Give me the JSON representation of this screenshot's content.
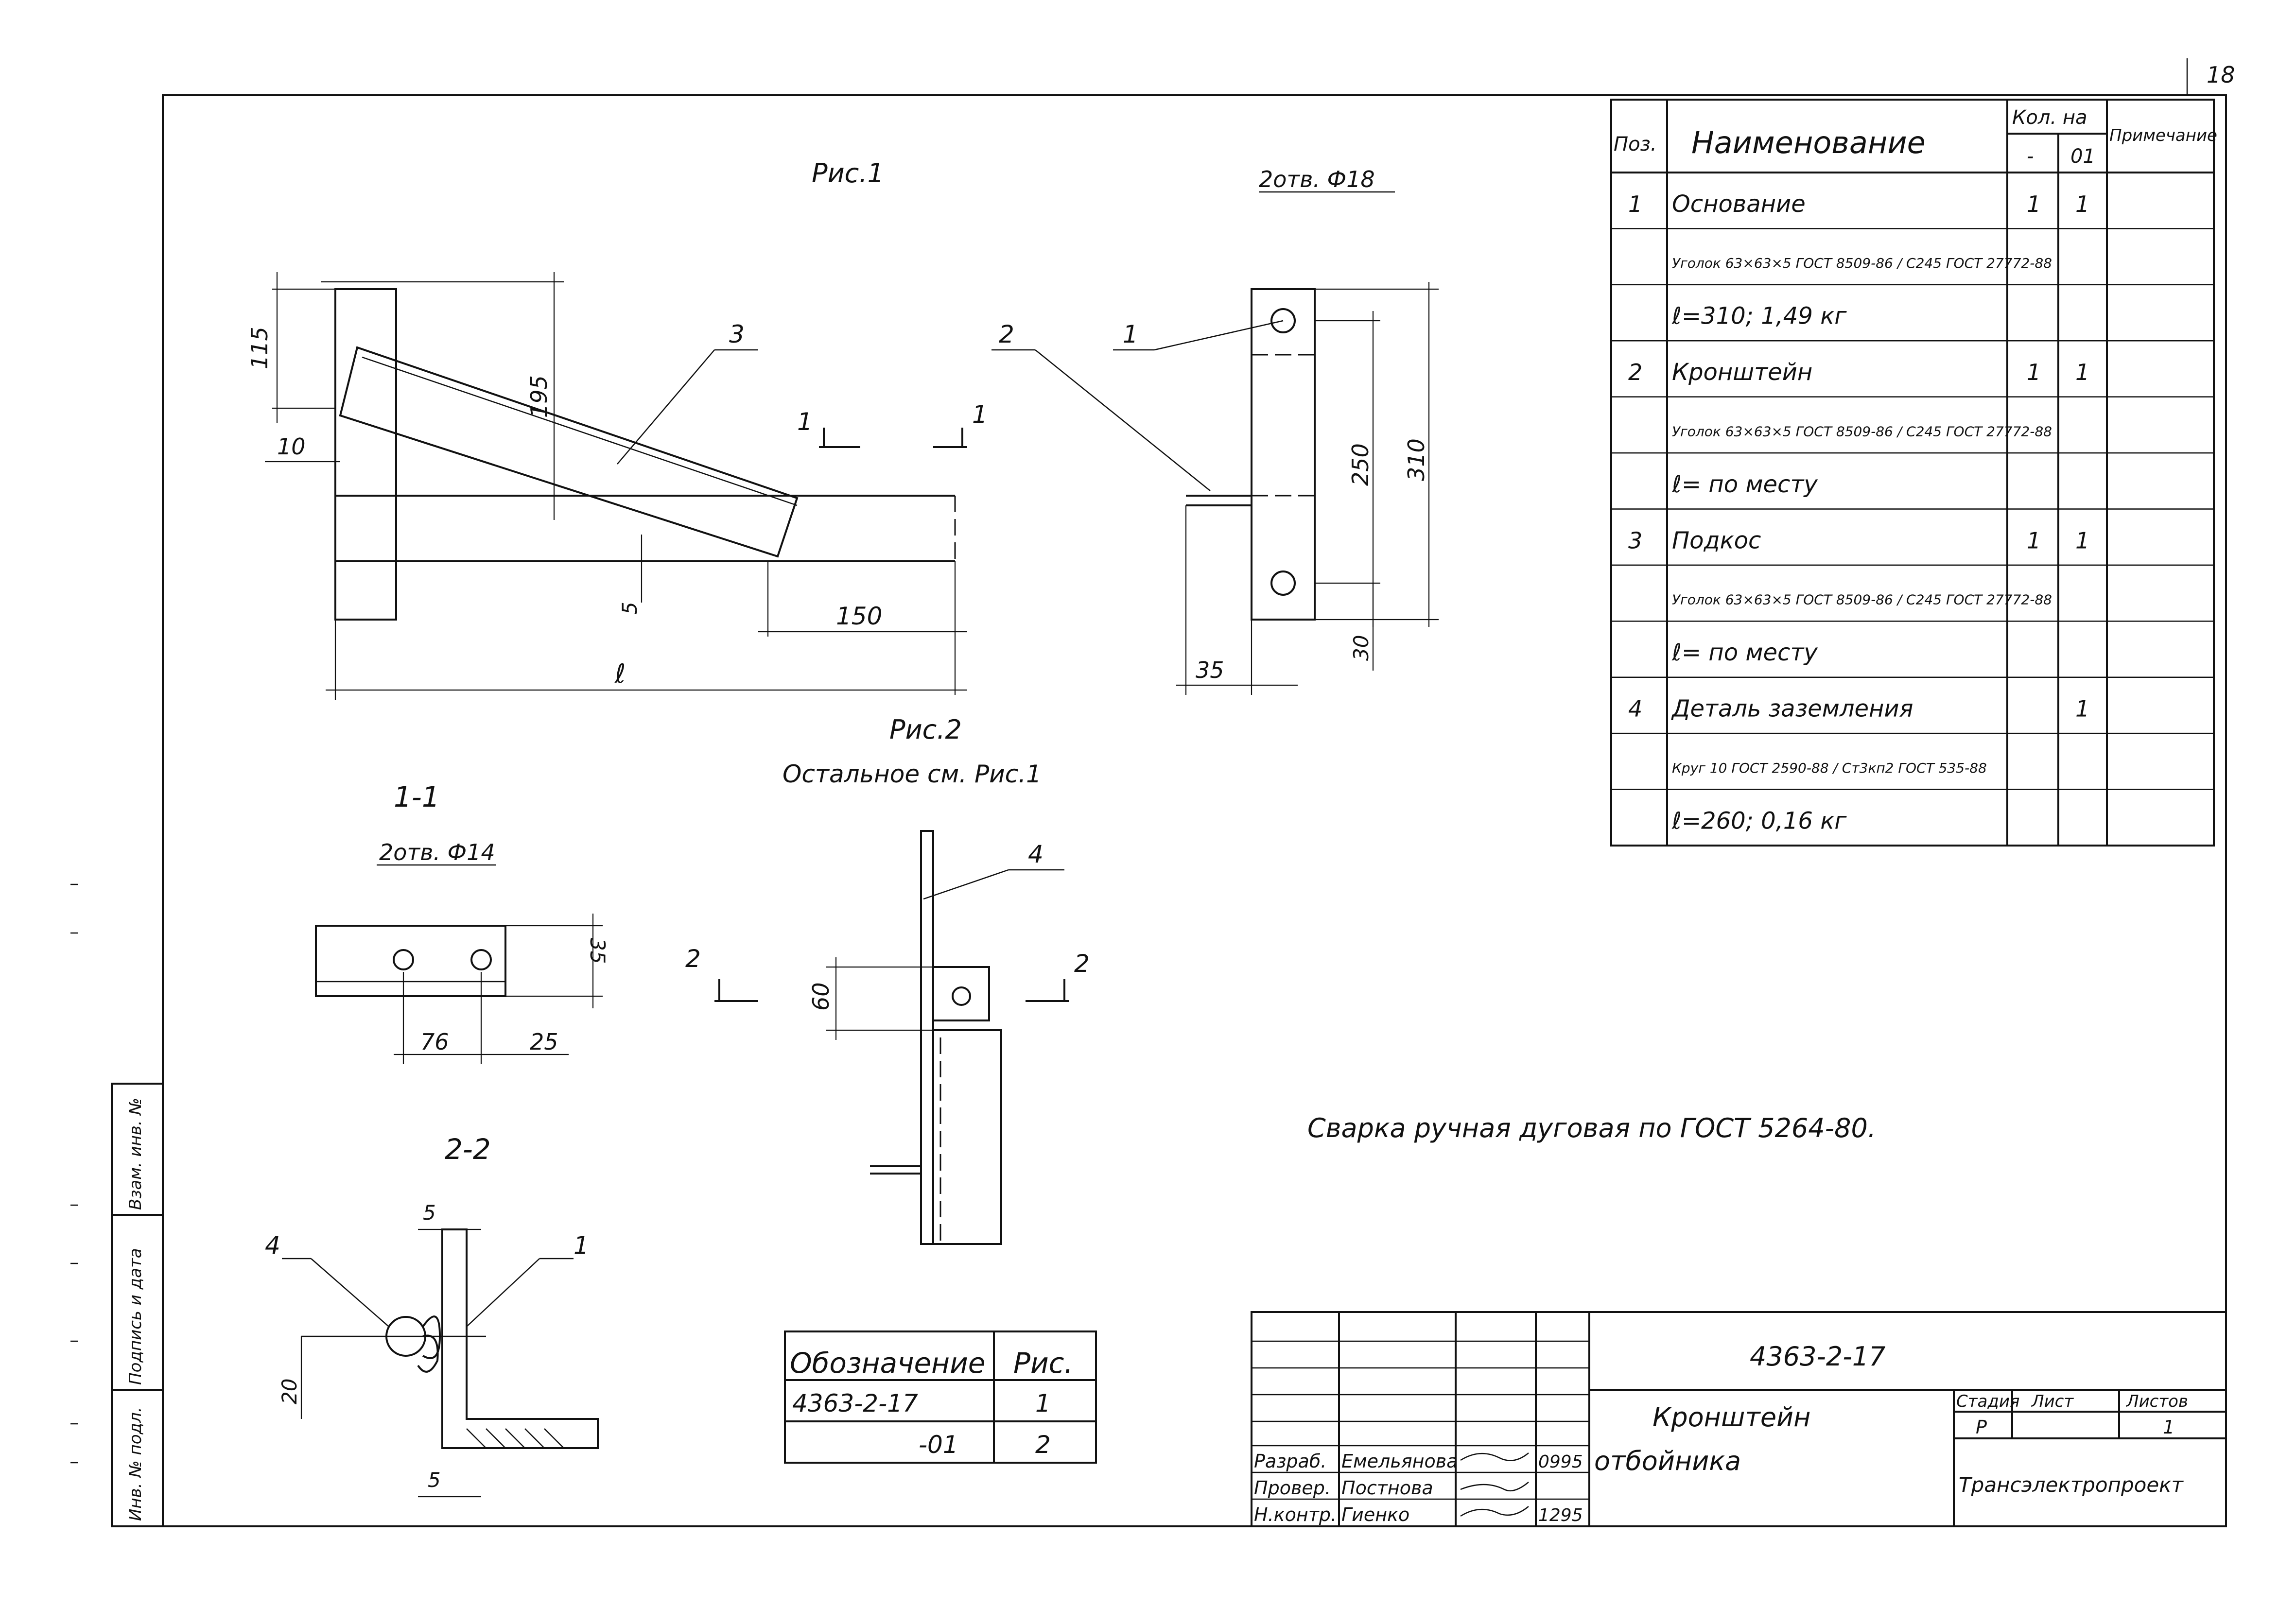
{
  "page_number": "18",
  "views": {
    "fig1_title": "Рис.1",
    "fig2_title": "Рис.2",
    "fig2_note": "Остальное см. Рис.1",
    "holes_18": "2отв. Ф18",
    "holes_14": "2отв. Ф14",
    "section_1_1": "1-1",
    "section_2_2": "2-2",
    "sec_mark_1": "1",
    "sec_mark_2": "2",
    "weld_note": "Сварка ручная дуговая по ГОСТ 5264-80."
  },
  "dimensions": {
    "d115": "115",
    "d10": "10",
    "d195": "195",
    "d5": "5",
    "d150": "150",
    "dl": "ℓ",
    "d250": "250",
    "d310": "310",
    "d30": "30",
    "d35": "35",
    "d35b": "35",
    "d76": "76",
    "d25": "25",
    "d60": "60",
    "d20": "20",
    "d5top": "5",
    "d5bot": "5"
  },
  "callouts": {
    "c1": "1",
    "c2": "2",
    "c3": "3",
    "c4": "4"
  },
  "spec_table": {
    "headers": {
      "pos": "Поз.",
      "name": "Наименование",
      "qty": "Кол. на",
      "qty_a": "-",
      "qty_b": "01",
      "note": "Примечание"
    },
    "rows": [
      {
        "pos": "1",
        "name": "Основание",
        "qa": "1",
        "qb": "1"
      },
      {
        "pos": "",
        "name": "Уголок 63×63×5 ГОСТ 8509-86 / С245 ГОСТ 27772-88",
        "qa": "",
        "qb": ""
      },
      {
        "pos": "",
        "name": "ℓ=310; 1,49 кг",
        "qa": "",
        "qb": ""
      },
      {
        "pos": "2",
        "name": "Кронштейн",
        "qa": "1",
        "qb": "1"
      },
      {
        "pos": "",
        "name": "Уголок 63×63×5 ГОСТ 8509-86 / С245 ГОСТ 27772-88",
        "qa": "",
        "qb": ""
      },
      {
        "pos": "",
        "name": "ℓ= по месту",
        "qa": "",
        "qb": ""
      },
      {
        "pos": "3",
        "name": "Подкос",
        "qa": "1",
        "qb": "1"
      },
      {
        "pos": "",
        "name": "Уголок 63×63×5 ГОСТ 8509-86 / С245 ГОСТ 27772-88",
        "qa": "",
        "qb": ""
      },
      {
        "pos": "",
        "name": "ℓ= по месту",
        "qa": "",
        "qb": ""
      },
      {
        "pos": "4",
        "name": "Деталь заземления",
        "qa": "",
        "qb": "1"
      },
      {
        "pos": "",
        "name": "Круг 10 ГОСТ 2590-88 / Ст3кп2 ГОСТ 535-88",
        "qa": "",
        "qb": ""
      },
      {
        "pos": "",
        "name": "ℓ=260; 0,16 кг",
        "qa": "",
        "qb": ""
      }
    ]
  },
  "designation_table": {
    "h_des": "Обозначение",
    "h_fig": "Рис.",
    "rows": [
      {
        "des": "4363-2-17",
        "fig": "1"
      },
      {
        "des": "-01",
        "fig": "2"
      }
    ]
  },
  "title_block": {
    "code": "4363-2-17",
    "title_1": "Кронштейн",
    "title_2": "отбойника",
    "stage_h": "Стадия",
    "sheet_h": "Лист",
    "sheets_h": "Листов",
    "stage": "Р",
    "sheets": "1",
    "org": "Трансэлектропроект",
    "roles": [
      {
        "role": "Разраб.",
        "name": "Емельянова",
        "date": "0995"
      },
      {
        "role": "Провер.",
        "name": "Постнова",
        "date": ""
      },
      {
        "role": "Н.контр.",
        "name": "Гиенко",
        "date": "1295"
      }
    ]
  },
  "side_stamp": [
    "Инв. № подл.",
    "Подпись и дата",
    "Взам. инв. №"
  ]
}
